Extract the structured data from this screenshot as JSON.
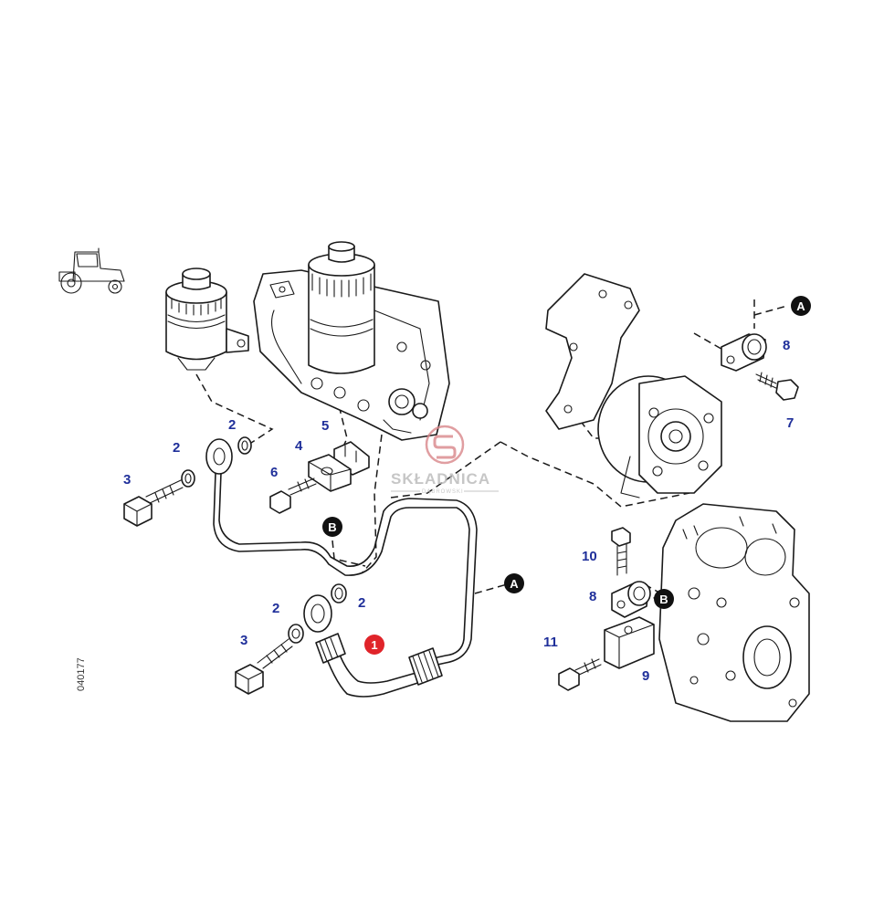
{
  "drawing_code": "040177",
  "highlighted_part": {
    "number": "1",
    "color": "#e0242a"
  },
  "callouts": [
    {
      "id": "c-2-top",
      "text": "2"
    },
    {
      "id": "c-2-left",
      "text": "2"
    },
    {
      "id": "c-3-top",
      "text": "3"
    },
    {
      "id": "c-4",
      "text": "4"
    },
    {
      "id": "c-5",
      "text": "5"
    },
    {
      "id": "c-6",
      "text": "6"
    },
    {
      "id": "c-8-top",
      "text": "8"
    },
    {
      "id": "c-7",
      "text": "7"
    },
    {
      "id": "c-2-mid",
      "text": "2"
    },
    {
      "id": "c-2-right",
      "text": "2"
    },
    {
      "id": "c-3-bottom",
      "text": "3"
    },
    {
      "id": "c-10",
      "text": "10"
    },
    {
      "id": "c-8-bottom",
      "text": "8"
    },
    {
      "id": "c-11",
      "text": "11"
    },
    {
      "id": "c-9",
      "text": "9"
    }
  ],
  "reference_markers": {
    "a_top": "A",
    "a_mid": "A",
    "b_left": "B",
    "b_right": "B"
  },
  "watermark": {
    "name": "SKŁADNICA",
    "subtitle": "DĄBROWSKI",
    "color": "#d9868a"
  },
  "colors": {
    "label": "#1f2f9a",
    "line": "#1a1a1a",
    "marker": "#111111"
  },
  "icons": [
    "tractor-icon"
  ]
}
